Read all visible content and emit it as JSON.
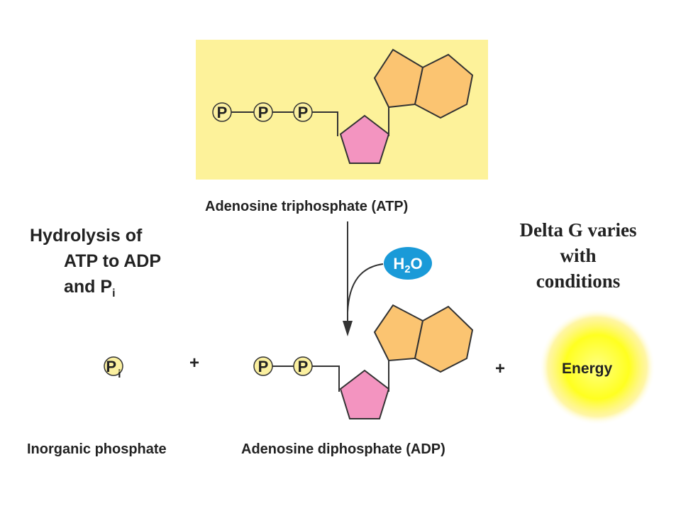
{
  "title": {
    "line1": "Hydrolysis of",
    "line2": "ATP to ADP",
    "line3_main": "and P",
    "line3_sub": "i"
  },
  "note": {
    "line1": "Delta G varies",
    "line2": "with",
    "line3": "conditions"
  },
  "atp": {
    "label": "Adenosine triphosphate (ATP)",
    "phosphates": [
      "P",
      "P",
      "P"
    ]
  },
  "water": {
    "main": "H",
    "sub": "2",
    "tail": "O"
  },
  "adp": {
    "label": "Adenosine diphosphate (ADP)",
    "phosphates": [
      "P",
      "P"
    ]
  },
  "pi": {
    "label": "Inorganic phosphate",
    "symbol": "P",
    "sub": "i"
  },
  "plus_signs": [
    "+",
    "+"
  ],
  "energy": {
    "label": "Energy"
  },
  "colors": {
    "atp_box": "#fdf29a",
    "pentagon": "#f394c0",
    "rings": "#fbc471",
    "phosphate": "#fbf0a0",
    "water": "#1a9ad8",
    "energy_core": "#ffff70",
    "energy_edge": "#ffe800"
  }
}
